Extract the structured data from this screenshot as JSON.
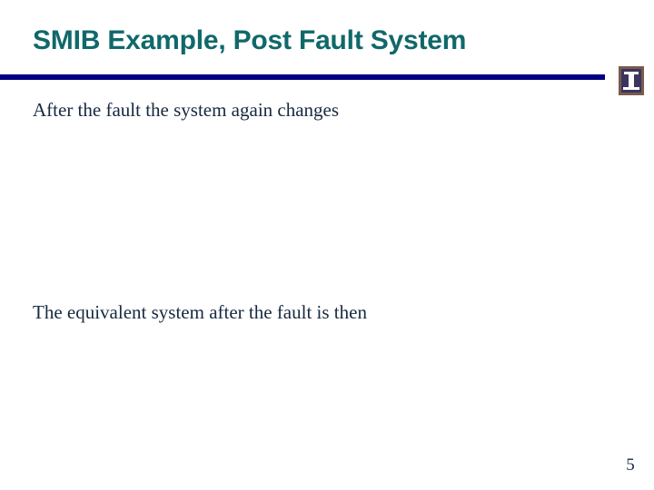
{
  "slide": {
    "title": "SMIB Example, Post Fault System",
    "page_number": "5",
    "background_color": "#ffffff",
    "title_color": "#10686a",
    "rule_color": "#000080",
    "body_text_color": "#16293f"
  },
  "logo": {
    "name": "university-of-illinois-block-i",
    "field_color": "#3a3560",
    "border_color": "#7a5a4a",
    "glyph_color": "#ffffff"
  },
  "body": {
    "lines": [
      "After the fault the system again changes",
      "The equivalent system after the fault is then"
    ]
  }
}
